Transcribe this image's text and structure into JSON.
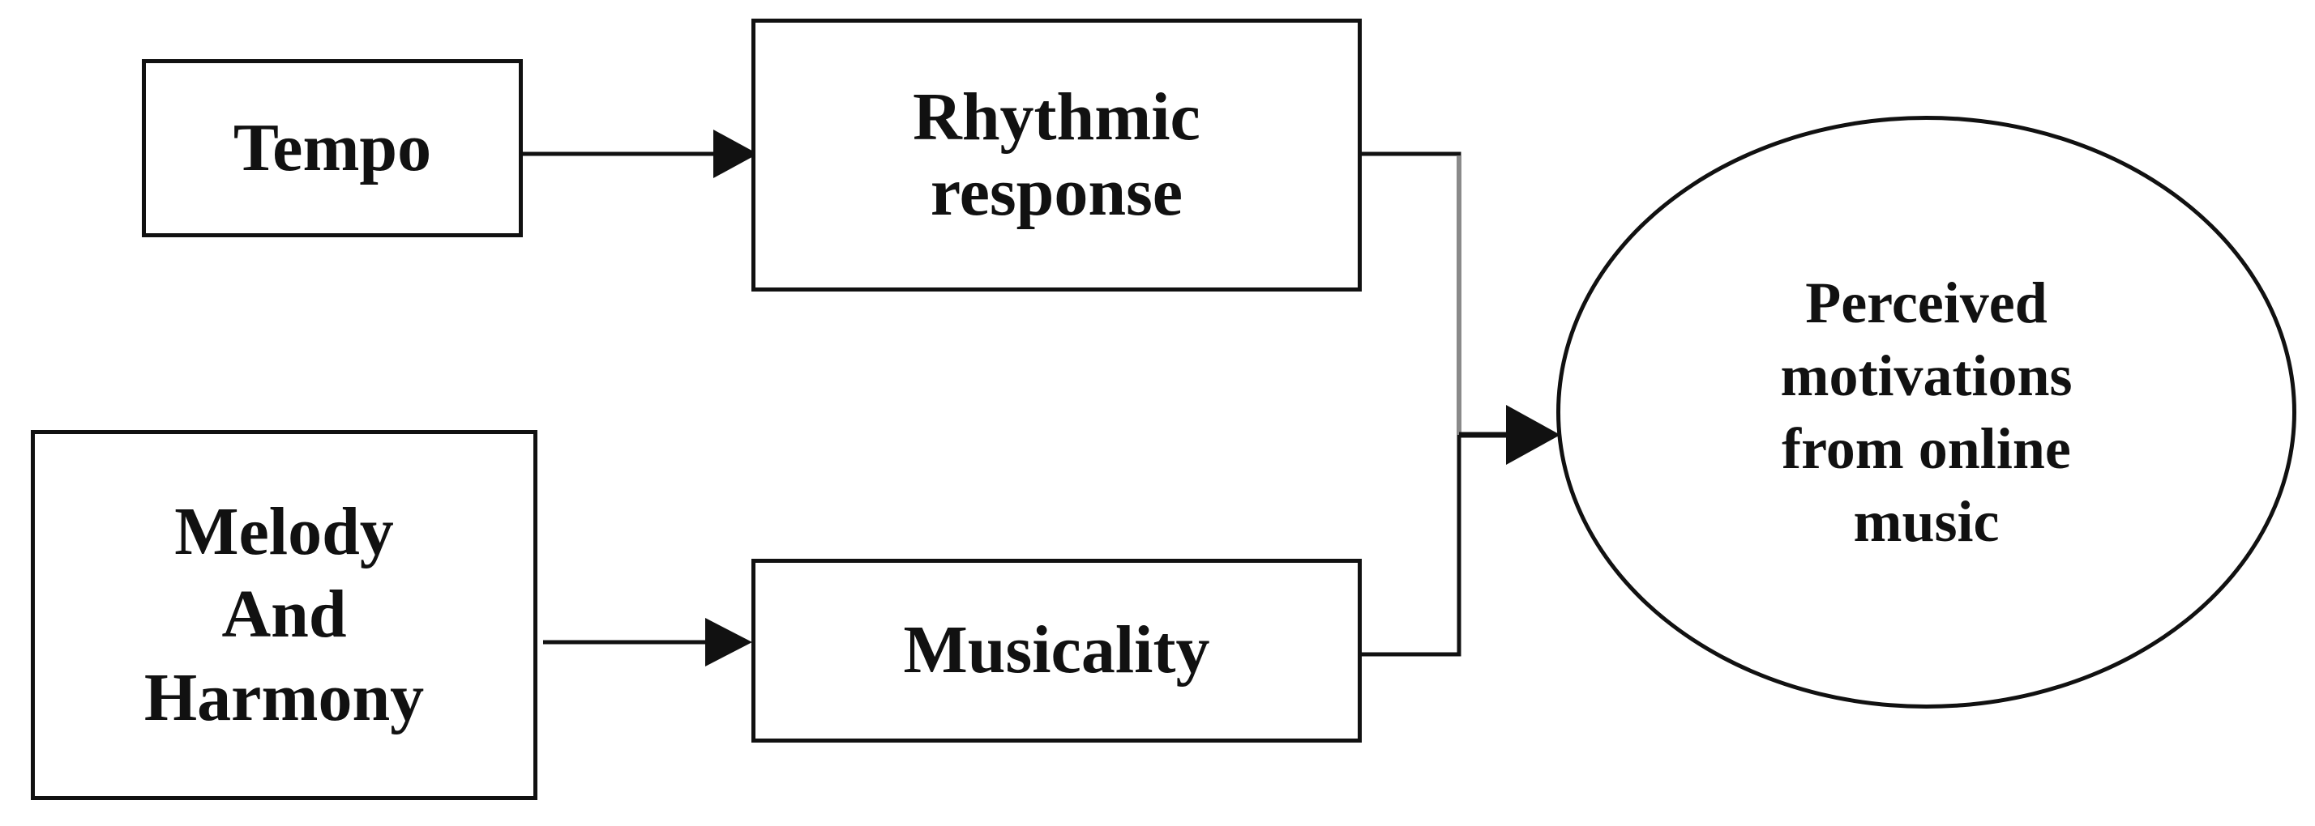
{
  "diagram": {
    "nodes": {
      "tempo": {
        "label": "Tempo"
      },
      "rhythmic_response": {
        "label": "Rhythmic\nresponse"
      },
      "melody_and_harmony": {
        "label": "Melody\nAnd\nHarmony"
      },
      "musicality": {
        "label": "Musicality"
      },
      "perceived_motivations": {
        "label": "Perceived\nmotivations\nfrom online\nmusic"
      }
    },
    "edges": [
      {
        "from": "Tempo",
        "to": "Rhythmic response"
      },
      {
        "from": "Melody And Harmony",
        "to": "Musicality"
      },
      {
        "from": "Rhythmic response",
        "to": "Perceived motivations from online music"
      },
      {
        "from": "Musicality",
        "to": "Perceived motivations from online music"
      }
    ],
    "colors": {
      "line": "#111111",
      "connector_gray": "#8a8a8a",
      "background": "#ffffff"
    }
  }
}
